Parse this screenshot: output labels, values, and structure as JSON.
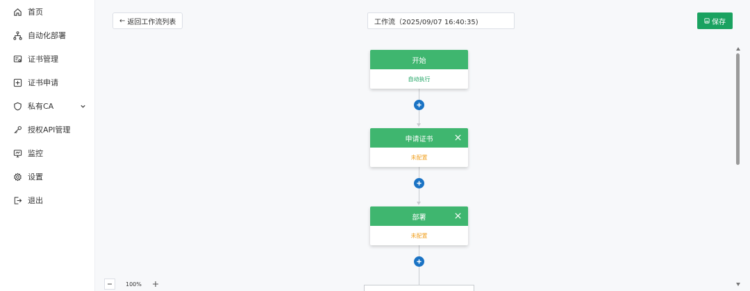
{
  "sidebar": {
    "items": [
      {
        "label": "首页",
        "icon": "home-icon"
      },
      {
        "label": "自动化部署",
        "icon": "workflow-icon"
      },
      {
        "label": "证书管理",
        "icon": "certificate-icon"
      },
      {
        "label": "证书申请",
        "icon": "plus-square-icon"
      },
      {
        "label": "私有CA",
        "icon": "shield-icon"
      },
      {
        "label": "授权API管理",
        "icon": "key-icon"
      },
      {
        "label": "监控",
        "icon": "monitor-icon"
      },
      {
        "label": "设置",
        "icon": "gear-icon"
      },
      {
        "label": "退出",
        "icon": "logout-icon"
      }
    ]
  },
  "toolbar": {
    "back_label": "返回工作流列表",
    "title_value": "工作流（2025/09/07 16:40:35)",
    "save_label": "保存"
  },
  "nodes": [
    {
      "title": "开始",
      "status": "自动执行"
    },
    {
      "title": "申请证书",
      "status": "未配置"
    },
    {
      "title": "部署",
      "status": "未配置"
    }
  ],
  "zoom": {
    "level": "100%"
  },
  "colors": {
    "brand_green": "#1aa260",
    "node_header": "#3fb66f",
    "add_button": "#1a73c4",
    "status_orange": "#f0a020"
  }
}
